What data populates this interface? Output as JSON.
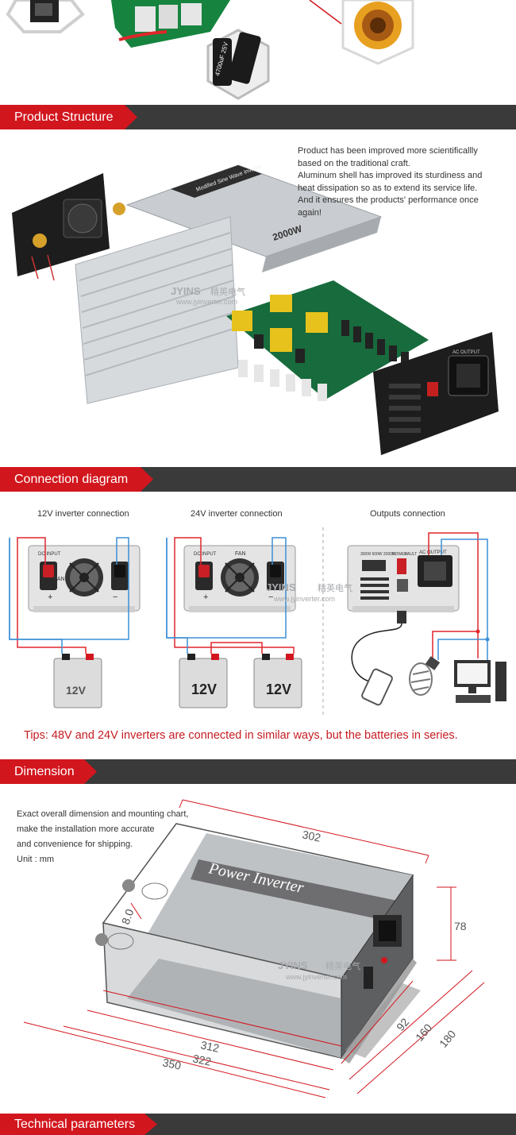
{
  "sections": {
    "structure": "Product Structure",
    "connection": "Connection diagram",
    "dimension": "Dimension",
    "technical": "Technical parameters"
  },
  "structure_caption": [
    "Product has been improved more scientificallly",
    "based on the traditional craft.",
    "Aluminum shell has improved its sturdiness and",
    "heat dissipation so as to extend its service life.",
    "And it ensures the products' performance once",
    "again!"
  ],
  "top_capacitor_label": "4700uF 25V",
  "watermark": {
    "brand": "JYINS",
    "cn": "精英电气",
    "url": "www.jyinverter.com"
  },
  "inverter_labels": {
    "product": "Modified Sine Wave Inverter",
    "power": "2000W",
    "ac_output": "AC OUTPUT"
  },
  "connection": {
    "col1_title": "12V inverter connection",
    "col2_title": "24V inverter connection",
    "col3_title": "Outputs connection",
    "fan": "FAN",
    "dc_input": "DC INPUT",
    "ac_output": "AC OUTPUT",
    "plus": "+",
    "minus": "−",
    "battery": "12V",
    "panel_power": "POWER",
    "panel_fault": "FAULT",
    "panel_model": "300W 600W 2000W"
  },
  "tips": "Tips: 48V and 24V inverters are connected in similar ways, but the batteries in series.",
  "dimension_caption": [
    "Exact overall dimension and mounting chart,",
    "make the installation more accurate",
    "and convenience for shipping.",
    "Unit : mm"
  ],
  "dimension": {
    "label": "Power Inverter",
    "values": {
      "top": "302",
      "height": "78",
      "hole": "8.0",
      "w92": "92",
      "w160": "160",
      "w180": "180",
      "l312": "312",
      "l322": "322",
      "l350": "350"
    }
  },
  "colors": {
    "accent": "#d2161e",
    "band": "#3a3a3a",
    "wire_red": "#e0262b",
    "wire_blue": "#3b8fd6",
    "tips": "#c61c22"
  }
}
